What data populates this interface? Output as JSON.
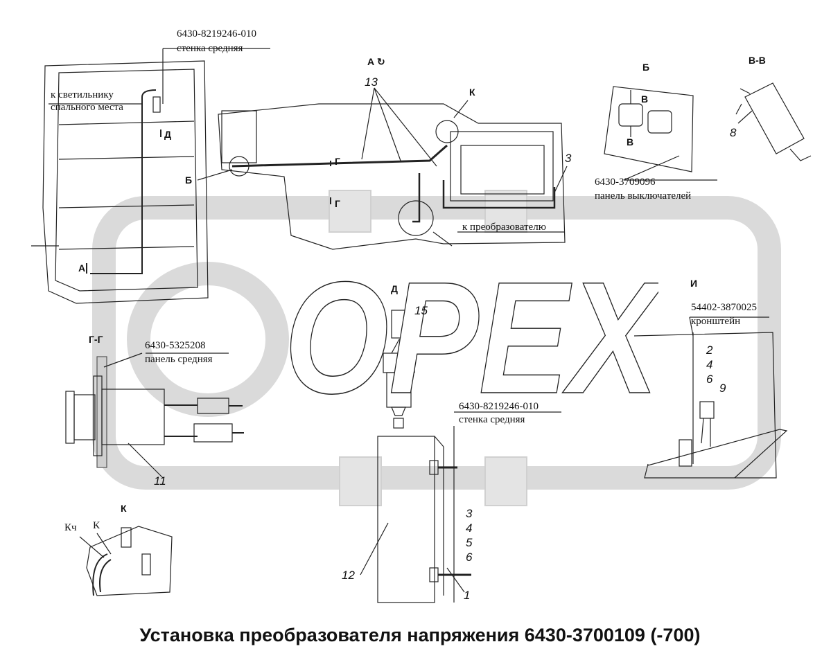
{
  "title": "Установка преобразователя напряжения 6430-3700109 (-700)",
  "watermark": "OPEX",
  "sections": {
    "a": "А",
    "b": "Б",
    "vv": "В-В",
    "d": "Д",
    "i": "И",
    "gg": "Г-Г",
    "k": "К",
    "b_arrow": "Б",
    "a_arrow": "А",
    "g1": "Г",
    "g2": "Г",
    "d_arrow": "Д",
    "v1": "В",
    "v2": "В",
    "k_view": "К"
  },
  "callouts": {
    "wall_top_code": "6430-8219246-010",
    "wall_top_name": "стенка средняя",
    "lamp_1": "к светильнику",
    "lamp_2": "спального места",
    "switch_panel_code": "6430-3709096",
    "switch_panel_name": "панель выключателей",
    "to_converter": "к преобразователю",
    "middle_panel_code": "6430-5325208",
    "middle_panel_name": "панель средняя",
    "wall_mid_code": "6430-8219246-010",
    "wall_mid_name": "стенка средняя",
    "bracket_code": "54402-3870025",
    "bracket_name": "кронштейн",
    "kch": "Кч",
    "k_small": "К"
  },
  "parts": {
    "p13": "13",
    "p3a": "3",
    "p8": "8",
    "p15": "15",
    "p2": "2",
    "p4a": "4",
    "p6a": "6",
    "p9": "9",
    "p11": "11",
    "p12": "12",
    "p3b": "3",
    "p4b": "4",
    "p5": "5",
    "p6b": "6",
    "p1": "1"
  },
  "colors": {
    "line": "#222222",
    "watermark": "#e3e3e3",
    "watermark_outline": "#cfcfcf"
  }
}
